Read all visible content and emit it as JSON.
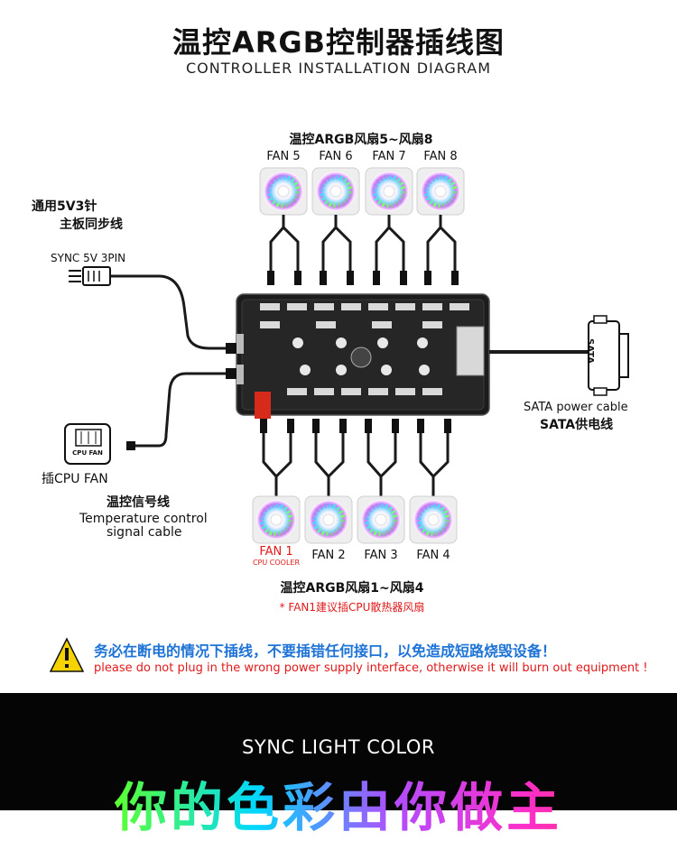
{
  "header": {
    "title": "温控ARGB控制器插线图",
    "subtitle": "CONTROLLER INSTALLATION DIAGRAM"
  },
  "top_group": {
    "label": "温控ARGB风扇5~风扇8",
    "fans": [
      "FAN 5",
      "FAN 6",
      "FAN 7",
      "FAN 8"
    ]
  },
  "bottom_group": {
    "label": "温控ARGB风扇1~风扇4",
    "note": "* FAN1建议插CPU散热器风扇",
    "fans": [
      "FAN 1",
      "FAN 2",
      "FAN 3",
      "FAN 4"
    ],
    "fan1_sub": "CPU COOLER"
  },
  "sync": {
    "cn_line1": "通用5V3针",
    "cn_line2": "主板同步线",
    "en": "SYNC 5V 3PIN"
  },
  "cpu_fan": {
    "icon_text": "CPU FAN",
    "label": "插CPU FAN"
  },
  "temperature": {
    "cn": "温控信号线",
    "en_line1": "Temperature control",
    "en_line2": "signal cable"
  },
  "sata": {
    "connector_text": "SATA",
    "en": "SATA power cable",
    "cn": "SATA供电线"
  },
  "warning": {
    "cn": "务必在断电的情况下插线，不要插错任何接口，以免造成短路烧毁设备！",
    "en": "please do not plug in the wrong power supply interface, otherwise it will burn out equipment !"
  },
  "banner": {
    "sync_text": "SYNC LIGHT COLOR",
    "slogan": "你的色彩由你做主"
  },
  "colors": {
    "warning_blue": "#1e73d6",
    "warning_red": "#e01a1a",
    "board": "#1c1c1c",
    "banner_bg": "#050505"
  }
}
